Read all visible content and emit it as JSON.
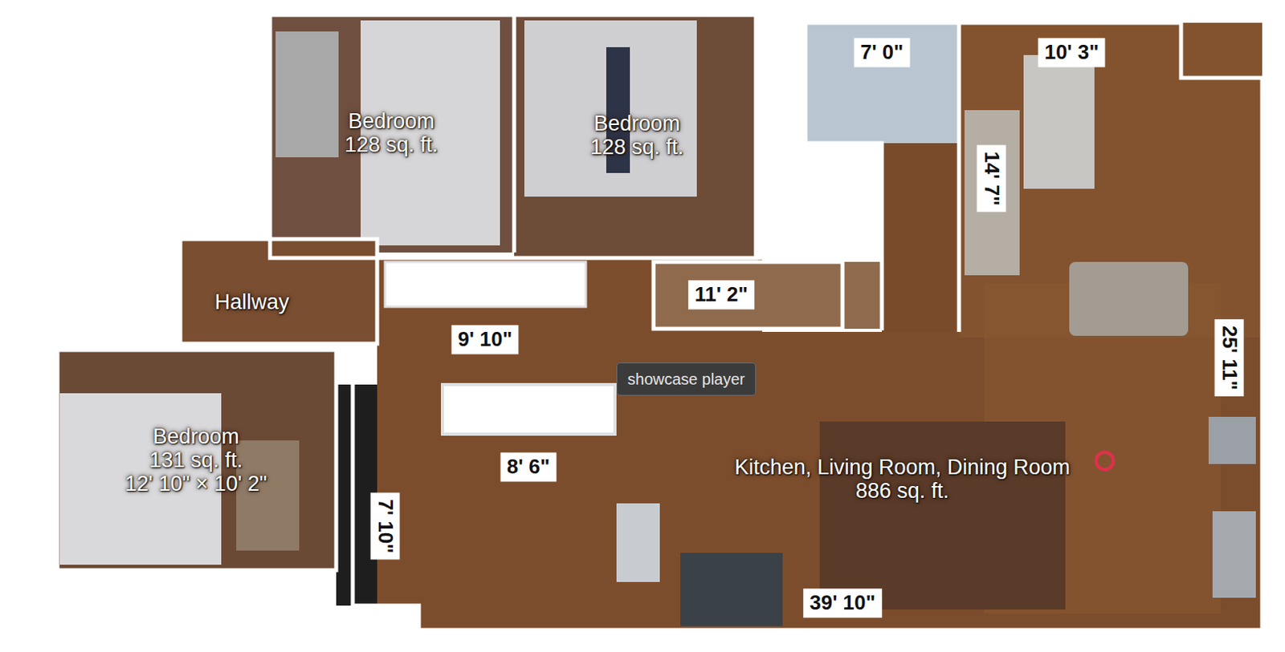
{
  "diagram": {
    "nodes": [
      {
        "text": [
          "Bedroom",
          "128 sq. ft."
        ]
      },
      {
        "text": [
          "Bedroom",
          "128 sq. ft."
        ]
      },
      {
        "text": [
          "Hallway"
        ]
      },
      {
        "text": [
          "showcase player"
        ]
      },
      {
        "text": [
          "Bedroom",
          "131 sq. ft.",
          "12' 10\" × 10' 2\""
        ]
      },
      {
        "text": [
          "Kitchen, Living Room, Dining Room",
          "886 sq. ft."
        ]
      }
    ],
    "labels": [
      "7' 0\"",
      "10' 3\"",
      "14' 7\"",
      "11' 2\"",
      "25' 11\"",
      "9' 10\"",
      "8' 6\"",
      "7' 10\"",
      "39' 10\""
    ]
  }
}
